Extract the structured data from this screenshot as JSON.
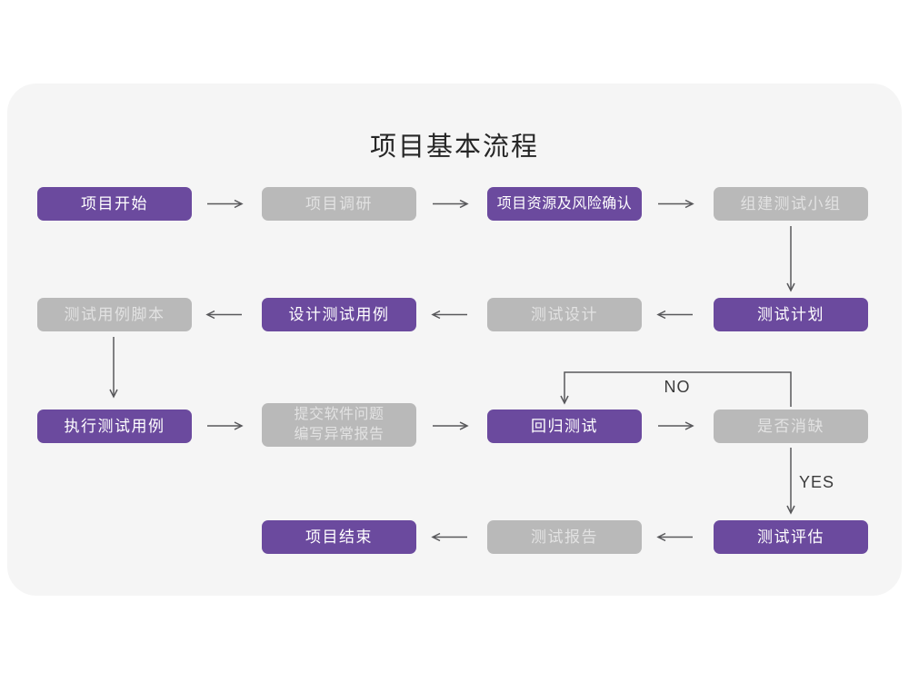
{
  "title": "项目基本流程",
  "colors": {
    "page": "#ffffff",
    "card": "#f5f5f5",
    "primary": "#6b4a9e",
    "secondary": "#b9b9b9",
    "secondary_text": "#e2e2e2",
    "primary_text": "#ffffff",
    "arrow": "#58585b",
    "title_text": "#262626",
    "branch_text": "#3b3b3b"
  },
  "branch_labels": {
    "no": "NO",
    "yes": "YES"
  },
  "nodes": {
    "project_start": {
      "label": "项目开始",
      "type": "primary"
    },
    "project_research": {
      "label": "项目调研",
      "type": "secondary"
    },
    "resource_risk": {
      "label": "项目资源及风险确认",
      "type": "primary"
    },
    "build_test_team": {
      "label": "组建测试小组",
      "type": "secondary"
    },
    "test_plan": {
      "label": "测试计划",
      "type": "primary"
    },
    "test_design": {
      "label": "测试设计",
      "type": "secondary"
    },
    "design_cases": {
      "label": "设计测试用例",
      "type": "primary"
    },
    "case_scripts": {
      "label": "测试用例脚本",
      "type": "secondary"
    },
    "execute_cases": {
      "label": "执行测试用例",
      "type": "primary"
    },
    "submit_issues": {
      "label_line1": "提交软件问题",
      "label_line2": "编写异常报告",
      "type": "secondary"
    },
    "regression_test": {
      "label": "回归测试",
      "type": "primary"
    },
    "defect_resolved": {
      "label": "是否消缺",
      "type": "secondary"
    },
    "test_evaluation": {
      "label": "测试评估",
      "type": "primary"
    },
    "test_report": {
      "label": "测试报告",
      "type": "secondary"
    },
    "project_end": {
      "label": "项目结束",
      "type": "primary"
    }
  },
  "edges": [
    {
      "from": "项目开始",
      "to": "项目调研"
    },
    {
      "from": "项目调研",
      "to": "项目资源及风险确认"
    },
    {
      "from": "项目资源及风险确认",
      "to": "组建测试小组"
    },
    {
      "from": "组建测试小组",
      "to": "测试计划"
    },
    {
      "from": "测试计划",
      "to": "测试设计"
    },
    {
      "from": "测试设计",
      "to": "设计测试用例"
    },
    {
      "from": "设计测试用例",
      "to": "测试用例脚本"
    },
    {
      "from": "测试用例脚本",
      "to": "执行测试用例"
    },
    {
      "from": "执行测试用例",
      "to": "提交软件问题 编写异常报告"
    },
    {
      "from": "提交软件问题 编写异常报告",
      "to": "回归测试"
    },
    {
      "from": "回归测试",
      "to": "是否消缺"
    },
    {
      "from": "是否消缺",
      "to": "回归测试",
      "label": "NO"
    },
    {
      "from": "是否消缺",
      "to": "测试评估",
      "label": "YES"
    },
    {
      "from": "测试评估",
      "to": "测试报告"
    },
    {
      "from": "测试报告",
      "to": "项目结束"
    }
  ]
}
